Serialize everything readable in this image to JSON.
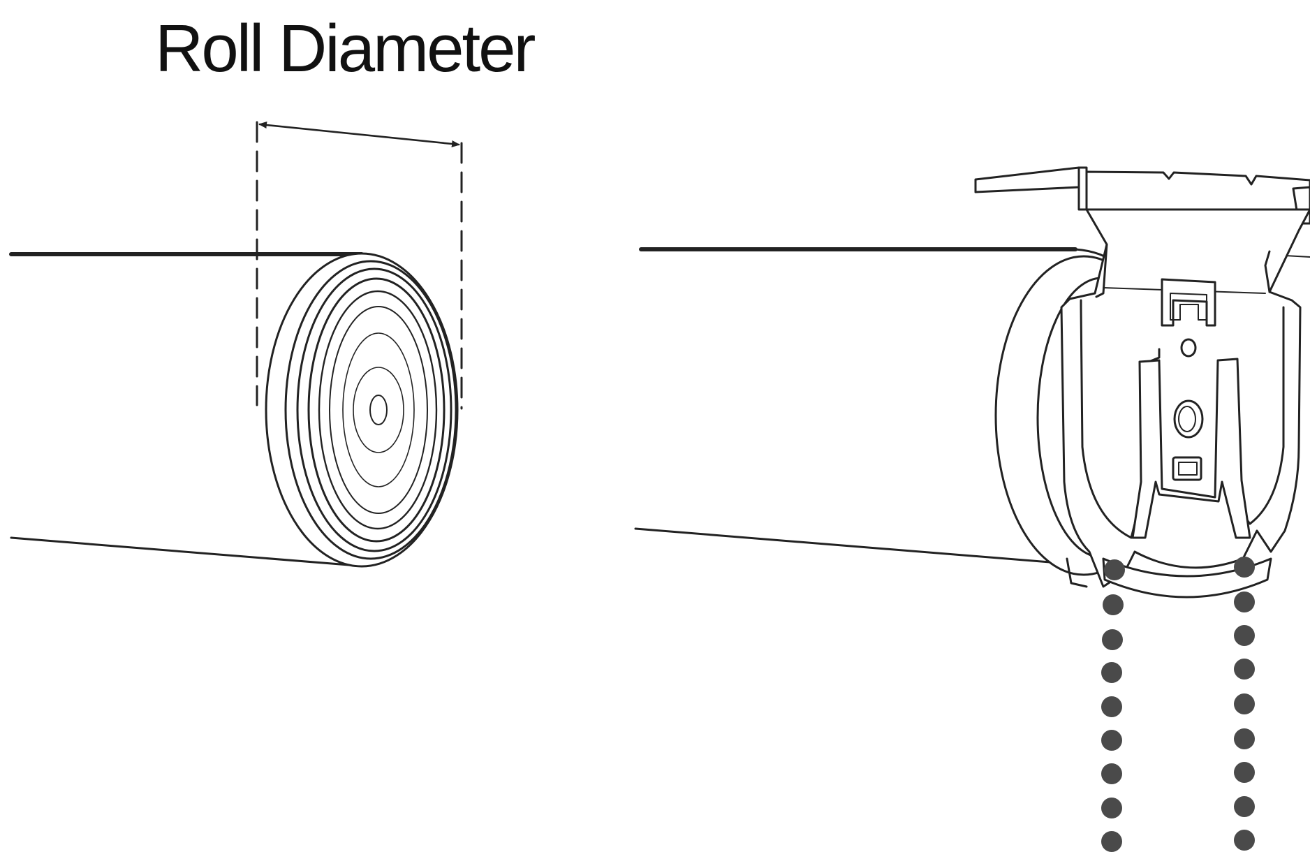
{
  "diagram": {
    "title": "Roll Diameter",
    "colors": {
      "line": "#222222",
      "chain": "#4a4a4a",
      "background": "#ffffff"
    },
    "parts": [
      "rolled-fabric-end",
      "diameter-dimension-arrow",
      "mounting-bracket",
      "bead-chain"
    ]
  }
}
